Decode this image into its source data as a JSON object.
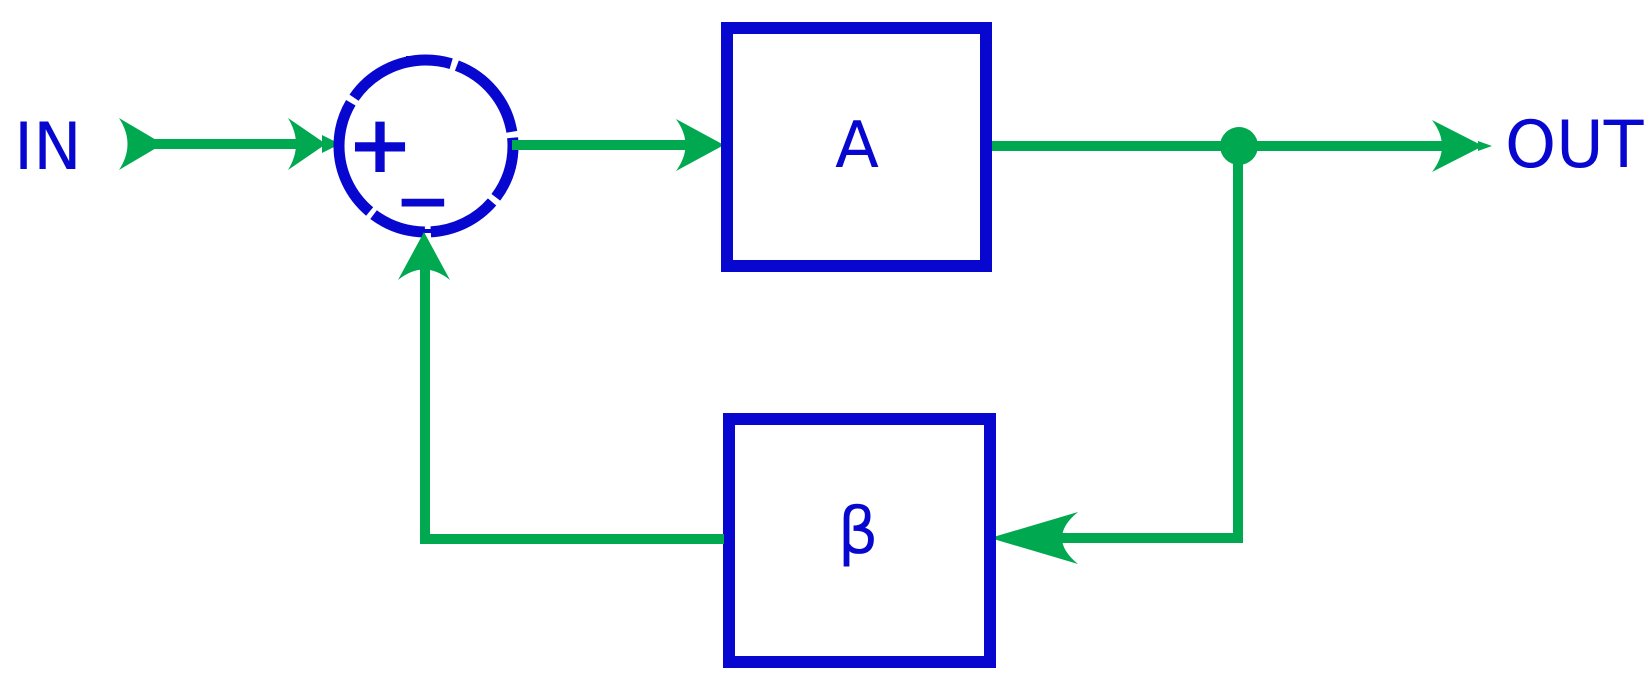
{
  "diagram": {
    "type": "feedback-block-diagram",
    "labels": {
      "input": "IN",
      "output": "OUT",
      "forward_block": "A",
      "feedback_block": "β",
      "plus": "+",
      "minus": "−"
    },
    "colors": {
      "shape_blue": "#0707d0",
      "line_green": "#00a850",
      "background": "#ffffff"
    },
    "connections": {
      "forward_path": "IN → summing junction (+) → A → OUT",
      "feedback_path": "OUT → β → summing junction (−)"
    }
  }
}
